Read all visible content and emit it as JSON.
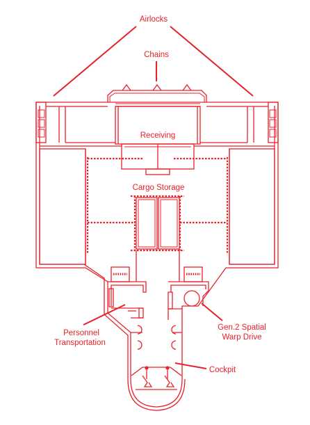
{
  "labels": {
    "airlocks": "Airlocks",
    "chains": "Chains",
    "receiving": "Receiving",
    "cargo_storage": "Cargo Storage",
    "personnel_line1": "Personnel",
    "personnel_line2": "Transportation",
    "warp_line1": "Gen.2 Spatial",
    "warp_line2": "Warp Drive",
    "cockpit": "Cockpit"
  },
  "colors": {
    "line": "#e8202a",
    "background": "#ffffff"
  }
}
